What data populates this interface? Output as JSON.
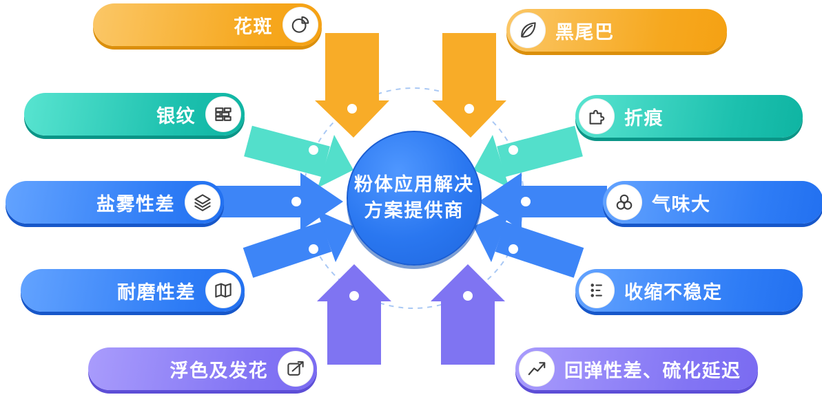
{
  "center": {
    "title_line1": "粉体应用解决",
    "title_line2": "方案提供商"
  },
  "palette": {
    "orange": "#F5A113",
    "teal": "#0FB4A2",
    "blue": "#2F7DF6",
    "purple": "#7A6BF2",
    "center_blue": "#2273EE",
    "dashed_ring": "#A9C8F4"
  },
  "items": [
    {
      "label": "花斑",
      "icon": "pie-chart-icon",
      "color": "orange",
      "side": "left"
    },
    {
      "label": "银纹",
      "icon": "bricks-icon",
      "color": "teal",
      "side": "left"
    },
    {
      "label": "盐雾性差",
      "icon": "layers-icon",
      "color": "blue",
      "side": "left"
    },
    {
      "label": "耐磨性差",
      "icon": "map-icon",
      "color": "blue",
      "side": "left"
    },
    {
      "label": "浮色及发花",
      "icon": "compose-arrow-icon",
      "color": "purple",
      "side": "left"
    },
    {
      "label": "黑尾巴",
      "icon": "leaf-icon",
      "color": "orange",
      "side": "right"
    },
    {
      "label": "折痕",
      "icon": "puzzle-icon",
      "color": "teal",
      "side": "right"
    },
    {
      "label": "气味大",
      "icon": "bubbles-icon",
      "color": "blue",
      "side": "right"
    },
    {
      "label": "收缩不稳定",
      "icon": "dots-sliders-icon",
      "color": "blue",
      "side": "right"
    },
    {
      "label": "回弹性差、硫化延迟",
      "icon": "trend-up-icon",
      "color": "purple",
      "side": "right"
    }
  ]
}
